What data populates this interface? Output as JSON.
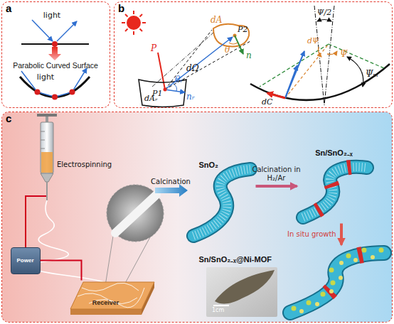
{
  "diagram": {
    "nodes": [
      {
        "text": [
          "a"
        ]
      },
      {
        "text": [
          "b"
        ]
      },
      {
        "text": [
          "c"
        ]
      },
      {
        "text": [
          "Power"
        ],
        "in": 2
      },
      {
        "text": [
          "Receiver"
        ],
        "in": 2
      },
      {
        "text": [
          "SnO₂"
        ],
        "in": 2
      },
      {
        "text": [
          "Sn/SnO₂₋ₓ"
        ],
        "in": 2
      },
      {
        "text": [
          "Sn/SnO₂₋ₓ@Ni-MOF"
        ],
        "in": 2
      }
    ],
    "edges": [
      {
        "from": 3,
        "to": 4,
        "arrow": "none"
      },
      {
        "from": 5,
        "to": 6,
        "label": "Calcination in H₂/Ar",
        "arrow": "to"
      },
      {
        "from": 6,
        "to": 7,
        "label": "In situ growth",
        "arrow": "to"
      }
    ],
    "labels": [
      "light",
      "Parabolic Curved Surface",
      "light",
      "P",
      "dA",
      "P2",
      "θ",
      "n",
      "dΩ",
      "P1",
      "θᵣ",
      "nᵣ",
      "dAᵣ",
      "Ψ/2",
      "dΨ",
      "Ψ",
      "Ψₘ",
      "dC",
      "Electrospinning",
      "Calcination",
      "1cm"
    ]
  }
}
